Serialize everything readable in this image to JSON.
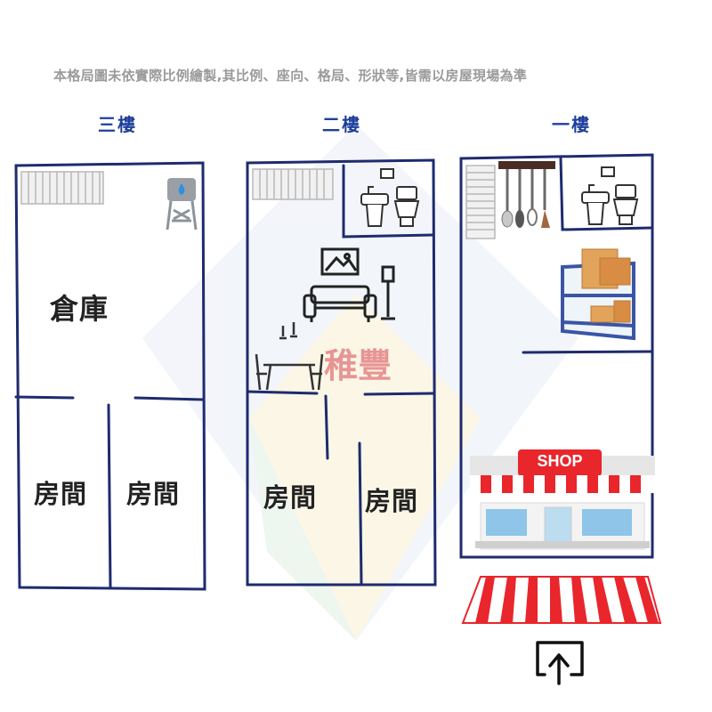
{
  "disclaimer": "本格局圖未依實際比例繪製,其比例、座向、格局、形狀等,皆需以房屋現場為準",
  "floors": [
    {
      "label": "三樓",
      "rooms": [
        "倉庫",
        "房間",
        "房間"
      ]
    },
    {
      "label": "二樓",
      "rooms": [
        "房間",
        "房間"
      ]
    },
    {
      "label": "一樓",
      "rooms": []
    }
  ],
  "shop_sign": "SHOP",
  "watermark": "稚豐",
  "icons": {
    "floor3": [
      "stairs-icon",
      "water-tower-icon"
    ],
    "floor2": [
      "stairs-icon",
      "toilet-sink-icon",
      "sofa-lamp-icon",
      "dining-table-icon"
    ],
    "floor1": [
      "stairs-icon",
      "kitchen-utensils-icon",
      "toilet-sink-icon",
      "storage-shelf-icon",
      "shop-front-icon",
      "awning-icon",
      "entrance-arrow-icon"
    ]
  },
  "colors": {
    "wall": "#1e2b6e",
    "floor_label": "#1f3f9b",
    "shop_red": "#e8262c",
    "watermark": "#d74650"
  }
}
